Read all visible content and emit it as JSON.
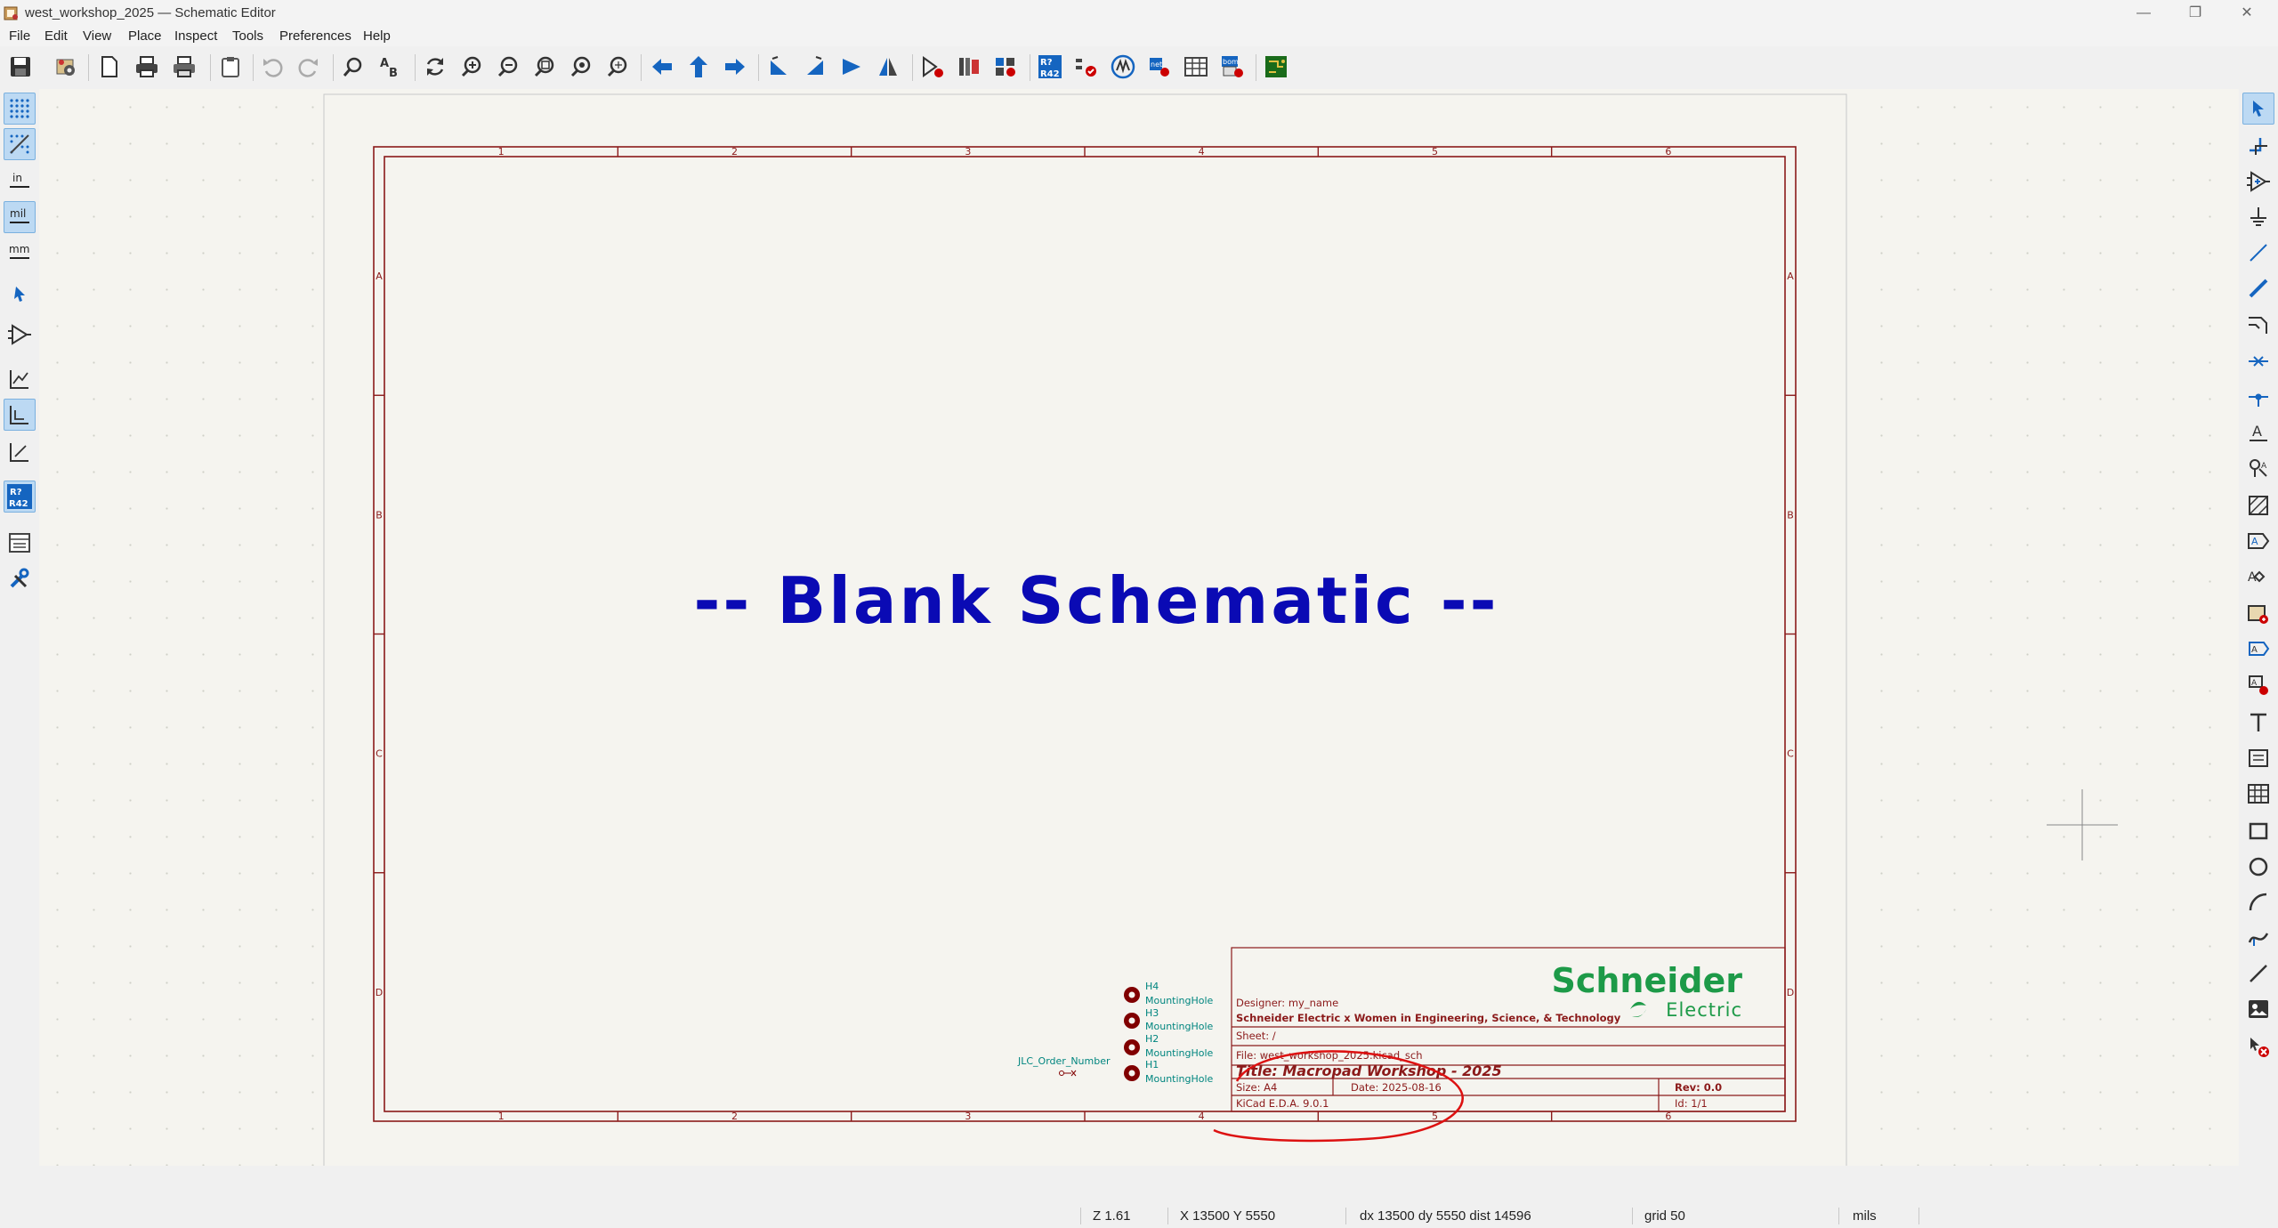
{
  "window": {
    "title": "west_workshop_2025 — Schematic Editor",
    "controls": [
      "—",
      "❐",
      "✕"
    ]
  },
  "menu": [
    "File",
    "Edit",
    "View",
    "Place",
    "Inspect",
    "Tools",
    "Preferences",
    "Help"
  ],
  "toolbar": {
    "groups": [
      [
        "save-icon",
        "schematic-setup-icon"
      ],
      [
        "page-settings-icon",
        "print-icon",
        "plot-icon"
      ],
      [
        "paste-icon"
      ],
      [
        "undo-icon",
        "redo-icon"
      ],
      [
        "find-icon",
        "find-replace-icon"
      ],
      [
        "refresh-icon",
        "zoom-in-icon",
        "zoom-out-icon",
        "zoom-fit-icon",
        "zoom-objects-icon",
        "zoom-selection-icon"
      ],
      [
        "navigate-back-icon",
        "navigate-up-icon",
        "navigate-forward-icon"
      ],
      [
        "rotate-ccw-icon",
        "rotate-cw-icon",
        "mirror-vertical-icon",
        "mirror-horizontal-icon"
      ],
      [
        "symbol-editor-icon",
        "symbol-library-browser-icon",
        "footprint-assignment-icon"
      ],
      [
        "annotate-icon",
        "erc-icon",
        "simulator-icon",
        "netlist-icon",
        "symbol-fields-table-icon",
        "bom-icon"
      ],
      [
        "pcb-editor-icon"
      ]
    ]
  },
  "left_toolbar": [
    {
      "icon": "grid-dots-icon",
      "active": true
    },
    {
      "icon": "grid-overrides-icon",
      "active": true
    },
    {
      "icon": "units-inches-icon",
      "label": "in",
      "active": false
    },
    {
      "icon": "units-mils-icon",
      "label": "mil",
      "active": true
    },
    {
      "icon": "units-mm-icon",
      "label": "mm",
      "active": false
    },
    {
      "icon": "cursor-crosshair-icon",
      "active": false
    },
    {
      "icon": "hidden-pins-icon",
      "active": false
    },
    {
      "icon": "line-modes-free-icon",
      "active": false
    },
    {
      "icon": "line-modes-90-icon",
      "active": true
    },
    {
      "icon": "line-modes-45-icon",
      "active": false
    },
    {
      "icon": "annotation-toggle-icon",
      "label_top": "R?",
      "label_bottom": "R42",
      "active": true
    },
    {
      "icon": "hierarchy-navigator-icon",
      "active": false
    },
    {
      "icon": "properties-panel-icon",
      "active": false
    }
  ],
  "right_toolbar": [
    {
      "icon": "select-icon",
      "active": true
    },
    {
      "icon": "highlight-net-icon"
    },
    {
      "icon": "add-symbol-icon"
    },
    {
      "icon": "add-power-icon"
    },
    {
      "icon": "add-wire-icon"
    },
    {
      "icon": "add-bus-icon"
    },
    {
      "icon": "add-bus-entry-icon"
    },
    {
      "icon": "add-no-connect-icon"
    },
    {
      "icon": "add-junction-icon"
    },
    {
      "icon": "add-label-icon"
    },
    {
      "icon": "add-netclass-directive-icon"
    },
    {
      "icon": "add-rule-area-icon"
    },
    {
      "icon": "add-global-label-icon"
    },
    {
      "icon": "add-hierarchical-label-icon"
    },
    {
      "icon": "add-sheet-icon"
    },
    {
      "icon": "import-sheet-pin-icon"
    },
    {
      "icon": "sync-sheet-pins-icon"
    },
    {
      "icon": "add-text-icon"
    },
    {
      "icon": "add-textbox-icon"
    },
    {
      "icon": "add-table-icon"
    },
    {
      "icon": "add-rectangle-icon"
    },
    {
      "icon": "add-circle-icon"
    },
    {
      "icon": "add-arc-icon"
    },
    {
      "icon": "add-bezier-icon"
    },
    {
      "icon": "add-line-icon"
    },
    {
      "icon": "add-image-icon"
    },
    {
      "icon": "delete-tool-icon"
    }
  ],
  "sheet": {
    "columns": [
      "1",
      "2",
      "3",
      "4",
      "5",
      "6"
    ],
    "rows": [
      "A",
      "B",
      "C",
      "D"
    ],
    "banner_text": "-- Blank Schematic --",
    "colors": {
      "frame": "#8b1a1a",
      "banner": "#0a0ab4",
      "symbol": "#800000",
      "field": "#00857f",
      "logo": "#1d9a48"
    }
  },
  "components": [
    {
      "ref": "H4",
      "value": "MountingHole"
    },
    {
      "ref": "H3",
      "value": "MountingHole"
    },
    {
      "ref": "H2",
      "value": "MountingHole"
    },
    {
      "ref": "H1",
      "value": "MountingHole"
    }
  ],
  "order_field": {
    "label": "JLC_Order_Number"
  },
  "title_block": {
    "logo_line1": "Schneider",
    "logo_line2": "Electric",
    "designer": "Designer: my_name",
    "company": "Schneider Electric x Women in Engineering, Science, & Technology",
    "sheet": "Sheet: /",
    "file": "File: west_workshop_2025.kicad_sch",
    "title": "Title: Macropad Workshop - 2025",
    "size": "Size: A4",
    "date": "Date: 2025-08-16",
    "rev": "Rev: 0.0",
    "kicad": "KiCad E.D.A. 9.0.1",
    "id": "Id: 1/1"
  },
  "annotation": {
    "color": "#dd1111"
  },
  "status": {
    "zoom": "Z 1.61",
    "cursor": "X 13500  Y 5550",
    "delta": "dx 13500  dy 5550  dist 14596",
    "grid": "grid 50",
    "units": "mils"
  }
}
